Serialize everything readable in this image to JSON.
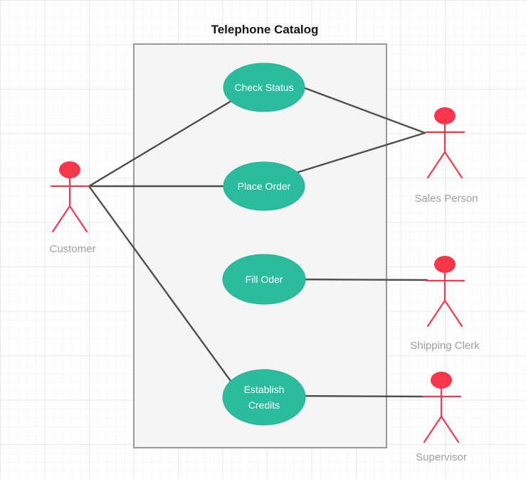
{
  "title": {
    "text": "Telephone Catalog"
  },
  "use_cases": [
    {
      "id": "check-status",
      "label": "Check Status"
    },
    {
      "id": "place-order",
      "label": "Place Order"
    },
    {
      "id": "fill-oder",
      "label": "Fill Oder"
    },
    {
      "id": "establish-credits",
      "label_lines": [
        "Establish",
        "Credits"
      ]
    }
  ],
  "actors": [
    {
      "id": "customer",
      "label": "Customer"
    },
    {
      "id": "sales-person",
      "label": "Sales Person"
    },
    {
      "id": "shipping-clerk",
      "label": "Shipping Clerk"
    },
    {
      "id": "supervisor",
      "label": "Supervisor"
    }
  ],
  "connectors": [
    {
      "from": "Customer",
      "to": "Check Status"
    },
    {
      "from": "Customer",
      "to": "Place Order"
    },
    {
      "from": "Customer",
      "to": "Establish Credits"
    },
    {
      "from": "Check Status",
      "to": "Sales Person"
    },
    {
      "from": "Place Order",
      "to": "Sales Person"
    },
    {
      "from": "Fill Oder",
      "to": "Shipping Clerk"
    },
    {
      "from": "Establish Credits",
      "to": "Supervisor"
    }
  ],
  "colors": {
    "node_fill": "#2bbc9d",
    "node_stroke": "#29b093",
    "node_text": "#ffffff",
    "actor_red": "#f8374a",
    "connector": "#4e4e4e",
    "boundary_stroke": "#9a9a9a",
    "boundary_fill": "#f4f5f5",
    "label_gray": "#9e9e9e",
    "title_color": "#151515"
  }
}
